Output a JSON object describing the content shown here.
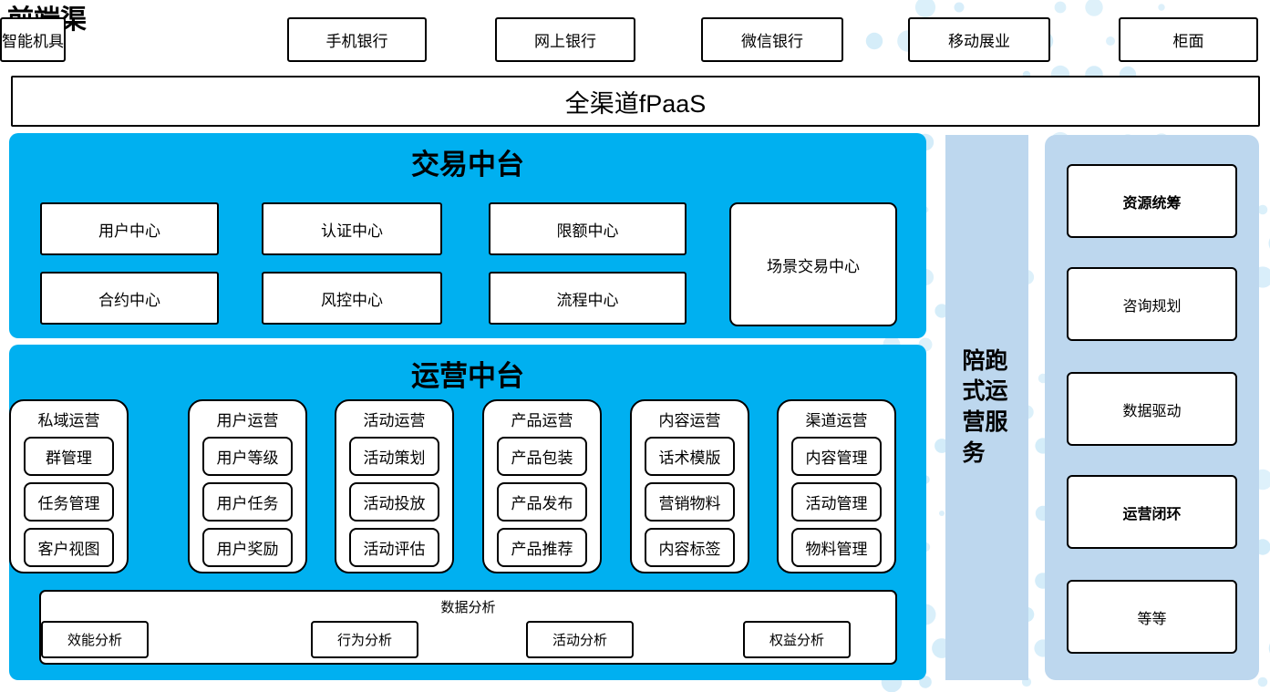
{
  "colors": {
    "accent_blue": "#00b0f0",
    "light_blue": "#bdd7ee",
    "dot_blue": "#d3ecf9"
  },
  "front_channels": {
    "label": "前端渠道",
    "items": [
      "手机银行",
      "网上银行",
      "微信银行",
      "移动展业",
      "柜面",
      "智能机具"
    ]
  },
  "fpaas_label": "全渠道fPaaS",
  "trade_platform": {
    "title": "交易中台",
    "row1": [
      "用户中心",
      "认证中心",
      "限额中心"
    ],
    "row2": [
      "合约中心",
      "风控中心",
      "流程中心"
    ],
    "tall_box": "场景交易中心"
  },
  "ops_platform": {
    "title": "运营中台",
    "groups": [
      {
        "title": "用户运营",
        "items": [
          "用户等级",
          "用户任务",
          "用户奖励"
        ]
      },
      {
        "title": "活动运营",
        "items": [
          "活动策划",
          "活动投放",
          "活动评估"
        ]
      },
      {
        "title": "产品运营",
        "items": [
          "产品包装",
          "产品发布",
          "产品推荐"
        ]
      },
      {
        "title": "内容运营",
        "items": [
          "话术模版",
          "营销物料",
          "内容标签"
        ]
      },
      {
        "title": "渠道运营",
        "items": [
          "内容管理",
          "活动管理",
          "物料管理"
        ]
      },
      {
        "title": "私域运营",
        "items": [
          "群管理",
          "任务管理",
          "客户视图"
        ]
      }
    ],
    "analysis": {
      "title": "数据分析",
      "items": [
        "行为分析",
        "活动分析",
        "权益分析",
        "效能分析"
      ]
    }
  },
  "side_service": {
    "label": "陪跑式运营服务"
  },
  "service_panel": {
    "items": [
      {
        "label": "资源统筹",
        "bold": true
      },
      {
        "label": "咨询规划",
        "bold": false
      },
      {
        "label": "数据驱动",
        "bold": false
      },
      {
        "label": "运营闭环",
        "bold": true
      },
      {
        "label": "等等",
        "bold": false
      }
    ]
  }
}
